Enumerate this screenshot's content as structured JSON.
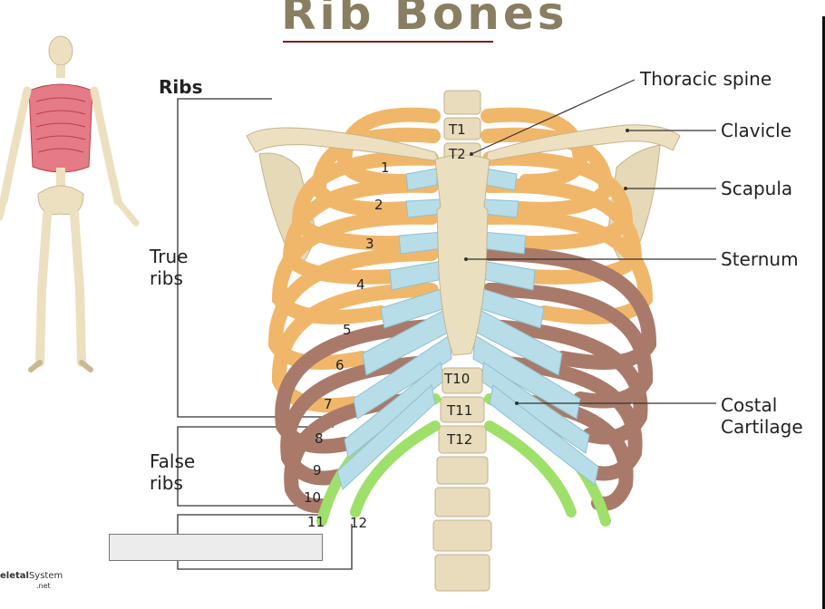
{
  "title": "Rib Bones",
  "heading": "Ribs",
  "groups": {
    "true_ribs": "True\nribs",
    "false_ribs": "False\nribs"
  },
  "callouts": {
    "thoracic_spine": "Thoracic spine",
    "clavicle": "Clavicle",
    "scapula": "Scapula",
    "sternum": "Sternum",
    "costal_cartilage": "Costal\nCartilage"
  },
  "vertebrae": [
    "T1",
    "T2",
    "T10",
    "T11",
    "T12"
  ],
  "rib_numbers": [
    "1",
    "2",
    "3",
    "4",
    "5",
    "6",
    "7",
    "8",
    "9",
    "10",
    "11",
    "12"
  ],
  "brand_a": "eletal",
  "brand_b": "System",
  "brand_c": ".net",
  "colors": {
    "true_rib": "#f0b76a",
    "false_rib": "#a97a6a",
    "floating_rib": "#9fe06a",
    "cartilage": "#b6dde8",
    "bone": "#ece0c0",
    "title": "#8a7e62",
    "title_underline": "#7d1f24"
  }
}
